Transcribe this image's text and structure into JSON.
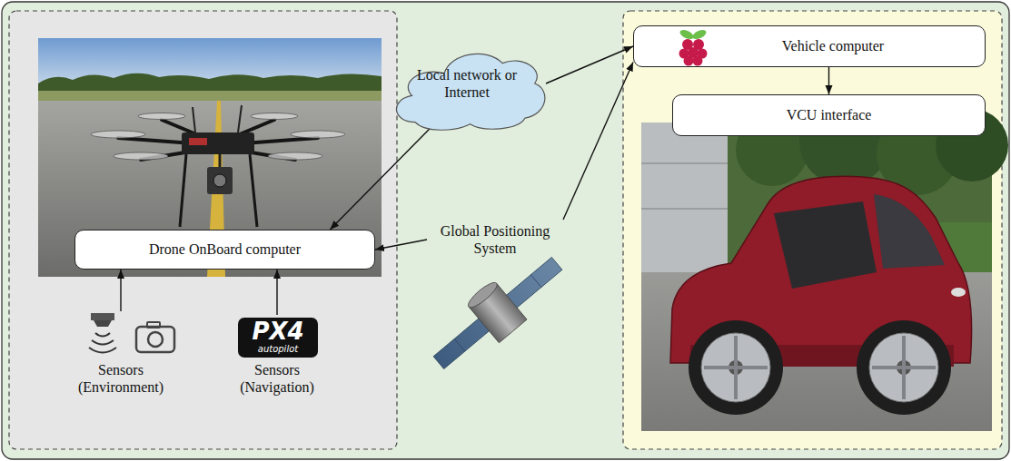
{
  "diagram": {
    "nodes": [
      {
        "text": [
          "Local network or Internet"
        ]
      },
      {
        "text": [
          "Vehicle computer"
        ]
      },
      {
        "text": [
          "VCU interface"
        ]
      },
      {
        "text": [
          "Global Positioning System"
        ]
      },
      {
        "text": [
          "Drone OnBoard computer"
        ]
      },
      {
        "text": [
          "Sensors (Environment)"
        ]
      },
      {
        "text": [
          "Sensors (Navigation)"
        ]
      }
    ],
    "edges": [
      {
        "from": 0,
        "to": 4,
        "arrow": "to"
      },
      {
        "from": 0,
        "to": 1,
        "arrow": "to"
      },
      {
        "from": 3,
        "to": 4,
        "arrow": "to"
      },
      {
        "from": 3,
        "to": 1,
        "arrow": "to"
      },
      {
        "from": 1,
        "to": 2,
        "arrow": "to"
      },
      {
        "from": 5,
        "to": 4,
        "arrow": "to"
      },
      {
        "from": 6,
        "to": 4,
        "arrow": "to"
      }
    ],
    "labels": [
      "PX4",
      "autopilot"
    ]
  }
}
